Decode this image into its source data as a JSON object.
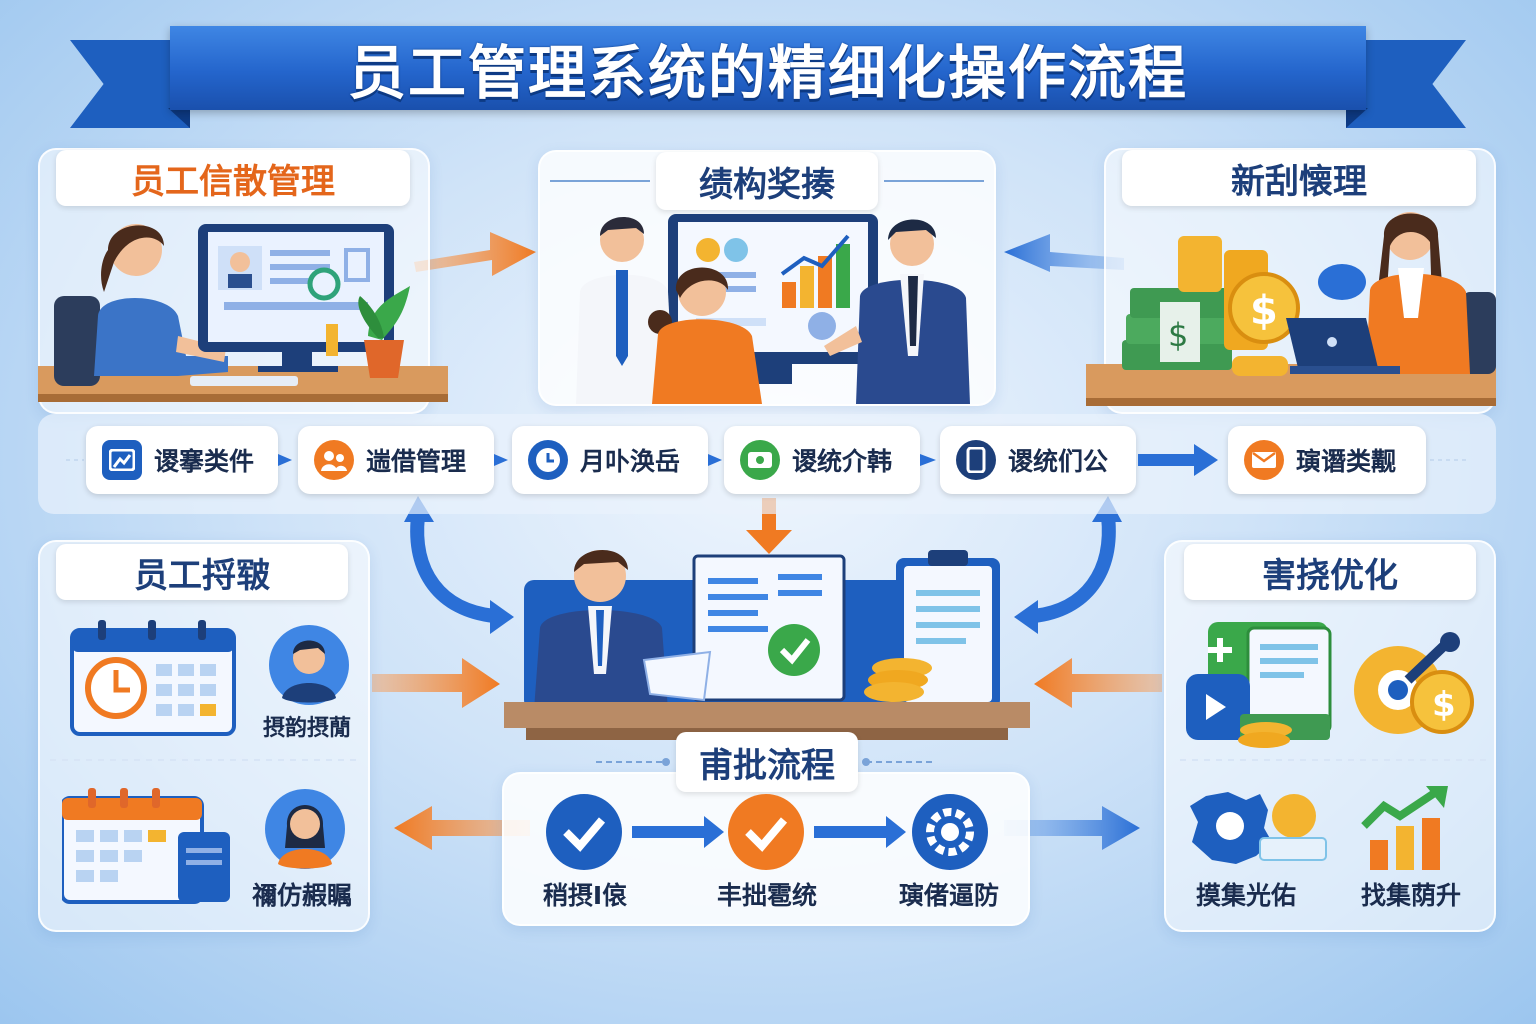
{
  "title": "员工管理系统的精细化操作流程",
  "modules": {
    "info_management": {
      "title": "员工信散管理"
    },
    "training": {
      "title": "绩构奖揍"
    },
    "salary": {
      "title": "新刮懐理"
    },
    "attendance": {
      "title": "员工捋皲",
      "items": [
        "摂韵摂蕑",
        "禰仿赮瞩"
      ]
    },
    "optimization": {
      "title": "害挠优化",
      "items": [
        "摸集光佑",
        "找集荫升"
      ]
    },
    "approval": {
      "title": "甫批流程",
      "steps": [
        "稍摂I偯",
        "丰拙雹统",
        "璌偖逼防"
      ]
    }
  },
  "process_steps": [
    "谡搴类件",
    "遄借管理",
    "月卟涣岳",
    "谡统介韩",
    "谡统们公",
    "璌谮类觏"
  ],
  "colors": {
    "primary": "#1e5fbf",
    "accent": "#f07a22",
    "success": "#3aa84a",
    "navy": "#1d3f7a"
  }
}
